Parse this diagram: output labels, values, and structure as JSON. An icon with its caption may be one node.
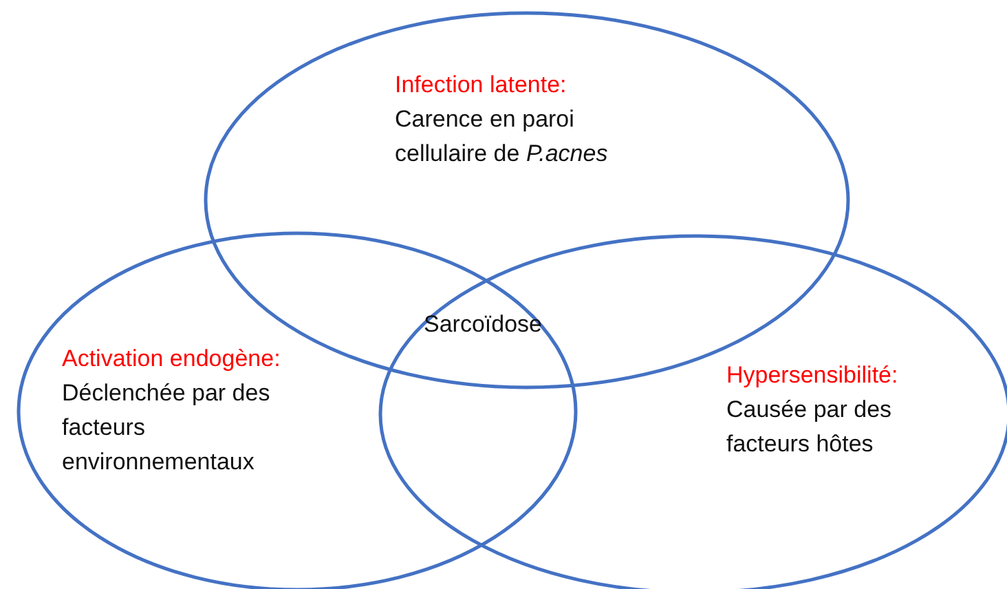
{
  "diagram": {
    "nodes": [
      {
        "text": [
          "Infection latente:",
          "Carence en paroi cellulaire de *P.acnes*"
        ]
      },
      {
        "text": [
          "Activation endogène:",
          "Déclenchée par des facteurs environnementaux"
        ]
      },
      {
        "text": [
          "Hypersensibilité:",
          "Causée par des facteurs hôtes"
        ]
      }
    ],
    "labels": [
      "Sarcoïdose"
    ]
  }
}
